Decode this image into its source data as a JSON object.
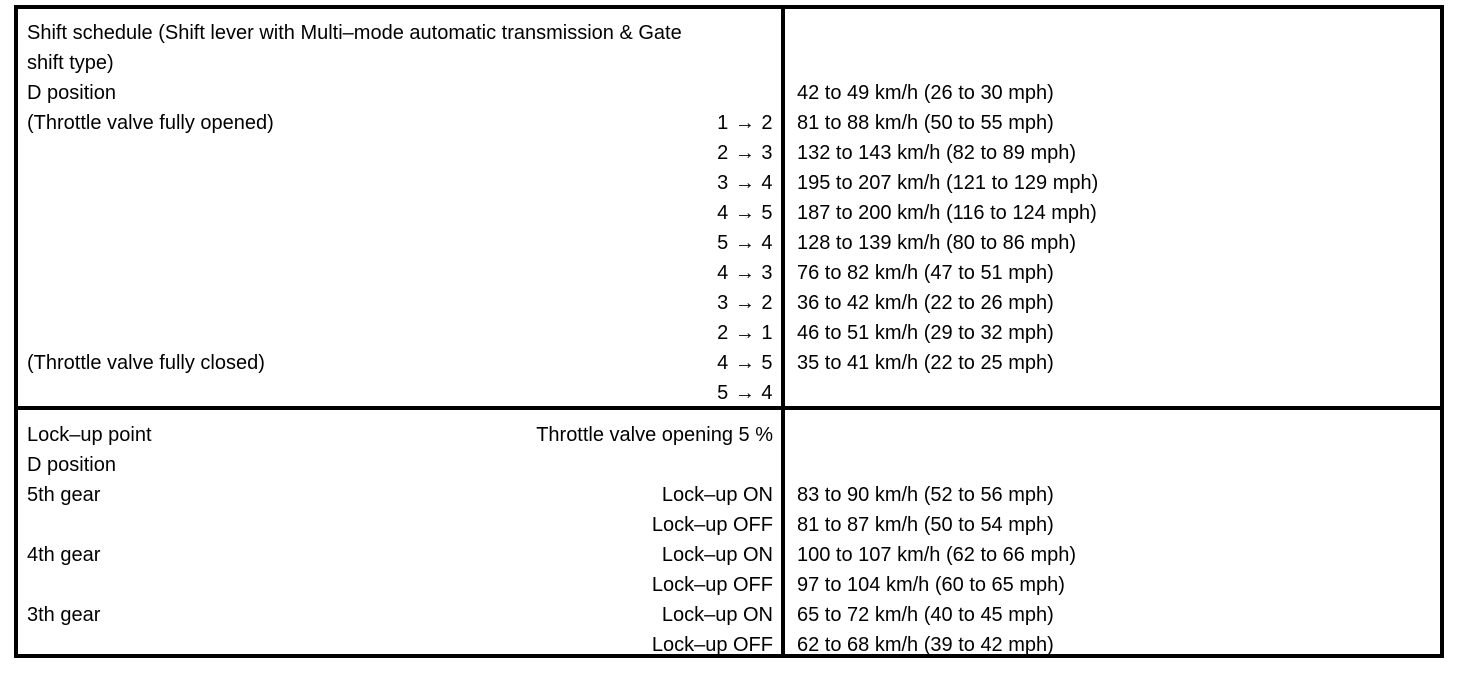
{
  "table": {
    "shift_section": {
      "title_line1": "Shift schedule (Shift lever with Multi–mode automatic transmission & Gate",
      "title_line2": "shift type)",
      "position_label": "D position",
      "throttle_open_label": "(Throttle valve fully opened)",
      "throttle_closed_label": "(Throttle valve fully closed)",
      "rows": [
        {
          "shift": "1 → 2",
          "speed": "42 to 49 km/h (26 to 30 mph)"
        },
        {
          "shift": "2 → 3",
          "speed": "81 to 88 km/h (50 to 55 mph)"
        },
        {
          "shift": "3 → 4",
          "speed": "132 to 143 km/h (82 to 89 mph)"
        },
        {
          "shift": "4 → 5",
          "speed": "195 to 207 km/h (121 to 129 mph)"
        },
        {
          "shift": "5 → 4",
          "speed": "187 to 200 km/h (116 to 124 mph)"
        },
        {
          "shift": "4 → 3",
          "speed": "128 to 139 km/h (80 to 86 mph)"
        },
        {
          "shift": "3 → 2",
          "speed": "76 to 82 km/h (47 to 51 mph)"
        },
        {
          "shift": "2 → 1",
          "speed": "36 to 42 km/h (22 to 26 mph)"
        },
        {
          "shift": "4 → 5",
          "speed": "46 to 51 km/h (29 to 32 mph)"
        },
        {
          "shift": "5 → 4",
          "speed": "35 to 41 km/h (22 to 25 mph)"
        }
      ]
    },
    "lockup_section": {
      "title": "Lock–up point",
      "throttle_opening": "Throttle valve opening 5 %",
      "position_label": "D position",
      "rows": [
        {
          "gear": "5th gear",
          "state": "Lock–up ON",
          "speed": "83 to 90 km/h (52 to 56 mph)"
        },
        {
          "gear": "",
          "state": "Lock–up OFF",
          "speed": "81 to 87 km/h (50 to 54 mph)"
        },
        {
          "gear": "4th gear",
          "state": "Lock–up ON",
          "speed": "100 to 107 km/h (62 to 66 mph)"
        },
        {
          "gear": "",
          "state": "Lock–up OFF",
          "speed": "97 to 104 km/h (60 to 65 mph)"
        },
        {
          "gear": "3th gear",
          "state": "Lock–up ON",
          "speed": "65 to 72 km/h (40 to 45 mph)"
        },
        {
          "gear": "",
          "state": "Lock–up OFF",
          "speed": "62 to 68 km/h (39 to 42 mph)"
        }
      ]
    }
  }
}
